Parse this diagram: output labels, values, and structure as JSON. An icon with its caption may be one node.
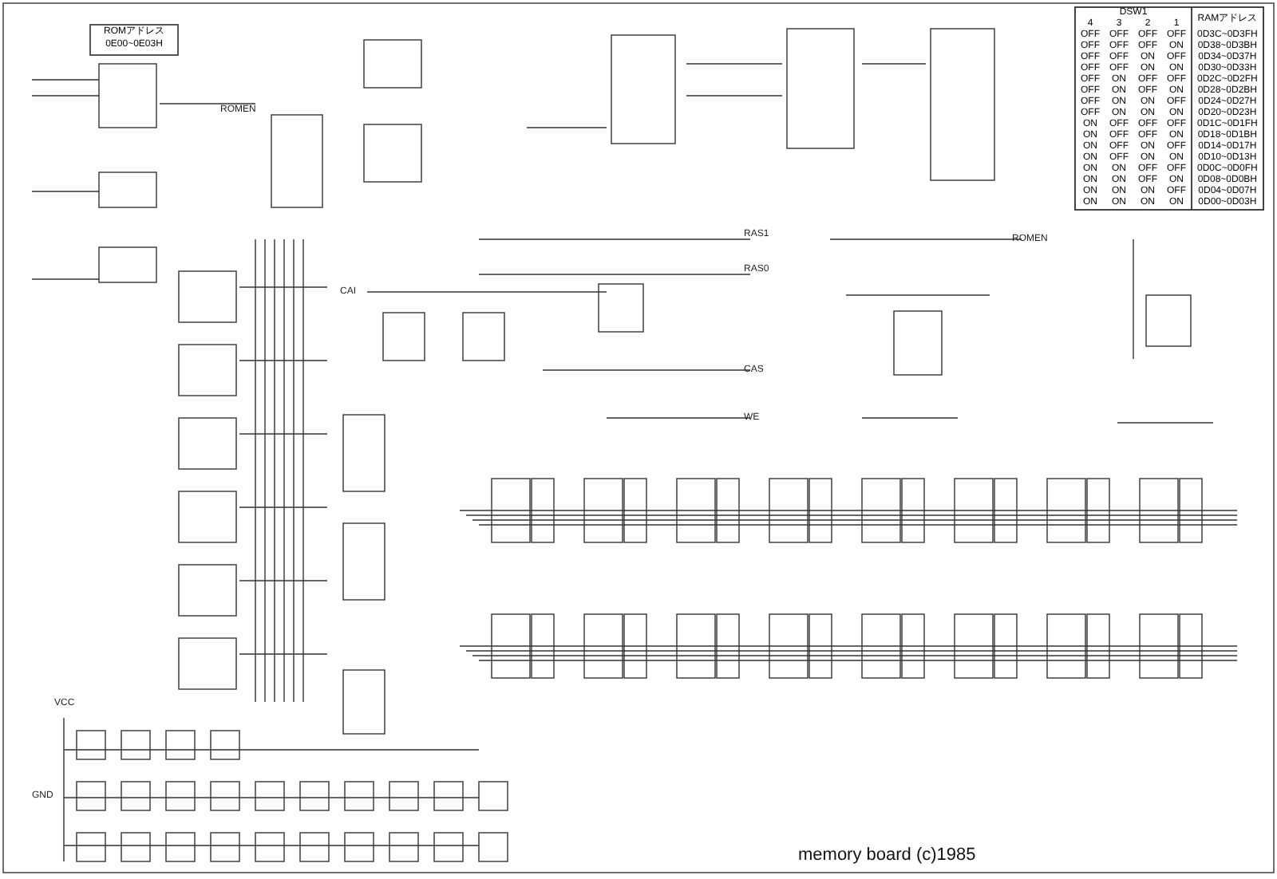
{
  "diagram": {
    "caption": "memory board (c)1985",
    "labels": [
      "ROMアドレス 0E00~0E03H",
      "DSW1",
      "RAMアドレス",
      "4",
      "3",
      "2",
      "1",
      "OFF",
      "OFF",
      "OFF",
      "OFF",
      "0D3C~0D3FH",
      "OFF",
      "OFF",
      "OFF",
      "ON",
      "0D38~0D3BH",
      "OFF",
      "OFF",
      "ON",
      "OFF",
      "0D34~0D37H",
      "OFF",
      "OFF",
      "ON",
      "ON",
      "0D30~0D33H",
      "OFF",
      "ON",
      "OFF",
      "OFF",
      "0D2C~0D2FH",
      "OFF",
      "ON",
      "OFF",
      "ON",
      "0D28~0D2BH",
      "OFF",
      "ON",
      "ON",
      "OFF",
      "0D24~0D27H",
      "OFF",
      "ON",
      "ON",
      "ON",
      "0D20~0D23H",
      "ON",
      "OFF",
      "OFF",
      "OFF",
      "0D1C~0D1FH",
      "ON",
      "OFF",
      "OFF",
      "ON",
      "0D18~0D1BH",
      "ON",
      "OFF",
      "ON",
      "OFF",
      "0D14~0D17H",
      "ON",
      "OFF",
      "ON",
      "ON",
      "0D10~0D13H",
      "ON",
      "ON",
      "OFF",
      "OFF",
      "0D0C~0D0FH",
      "ON",
      "ON",
      "OFF",
      "ON",
      "0D08~0D0BH",
      "ON",
      "ON",
      "ON",
      "OFF",
      "0D04~0D07H",
      "ON",
      "ON",
      "ON",
      "ON",
      "0D00~0D03H",
      "ROMEN",
      "CAI",
      "RAS1",
      "RAS0",
      "CAS",
      "WE",
      "ROMEN",
      "VCC",
      "GND"
    ]
  }
}
